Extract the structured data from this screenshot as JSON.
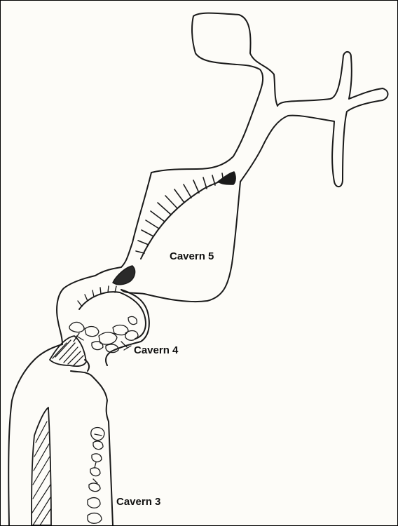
{
  "diagram": {
    "labels": {
      "cavern5": "Cavern 5",
      "cavern4": "Cavern 4",
      "cavern3": "Cavern 3"
    },
    "colors": {
      "ink": "#1a1a1a",
      "paper": "#fdfcf8",
      "border": "#000000"
    }
  }
}
